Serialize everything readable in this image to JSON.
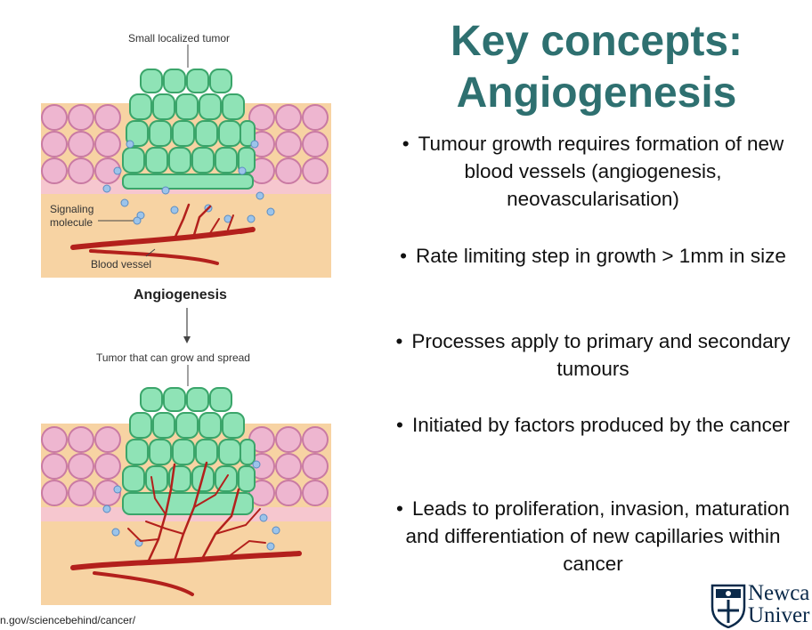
{
  "title": {
    "line1": "Key concepts:",
    "line2": "Angiogenesis"
  },
  "bullets": [
    "Tumour growth requires formation of new blood vessels (angiogenesis, neovascularisation)",
    "Rate limiting step in growth > 1mm in size",
    "Processes apply to primary and secondary tumours",
    "Initiated by factors produced by the cancer",
    "Leads to proliferation, invasion, maturation and differentiation of new capillaries within cancer"
  ],
  "figure_top": {
    "tumor_label": "Small localized tumor",
    "signaling_label_line1": "Signaling",
    "signaling_label_line2": "molecule",
    "vessel_label": "Blood vessel"
  },
  "figure_mid_label": "Angiogenesis",
  "figure_bottom": {
    "tumor_label": "Tumor that can grow and spread"
  },
  "source_text": "n.gov/sciencebehind/cancer/",
  "logo": {
    "line1": "Newca",
    "line2": "Univer",
    "icon": "university-crest-icon"
  },
  "colors": {
    "title": "#2e7070",
    "tissue_bg": "#f7d3a3",
    "pink_cell": "#eeb6d0",
    "tumor_cell": "#8fe3b6",
    "tumor_cell_edge": "#3aa56a",
    "vessel": "#b3201c",
    "signal_dot": "#9cc4ea"
  }
}
